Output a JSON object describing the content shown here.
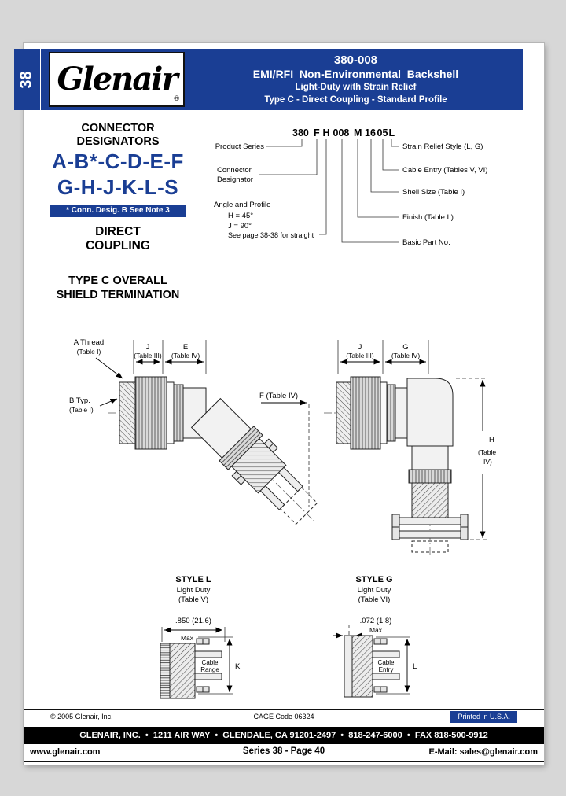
{
  "colors": {
    "brand_blue": "#1a3e94",
    "band_black": "#000000",
    "page_white": "#ffffff"
  },
  "header": {
    "series_tab": "38",
    "logo_text": "Glenair",
    "logo_reg": "®",
    "part_number": "380-008",
    "title": "EMI/RFI  Non-Environmental  Backshell",
    "subtitle1": "Light-Duty with Strain Relief",
    "subtitle2": "Type C - Direct Coupling - Standard Profile"
  },
  "left_column": {
    "h1": "CONNECTOR",
    "h2": "DESIGNATORS",
    "row1": "A-B*-C-D-E-F",
    "row2": "G-H-J-K-L-S",
    "note": "* Conn. Desig. B See Note 3",
    "c1": "DIRECT",
    "c2": "COUPLING",
    "t1": "TYPE C OVERALL",
    "t2": "SHIELD TERMINATION"
  },
  "part_code": {
    "segments": [
      "380",
      "F",
      "H",
      "008",
      "M",
      "16",
      "05",
      "L"
    ],
    "labels": {
      "product_series": "Product Series",
      "connector_1": "Connector",
      "connector_2": "Designator",
      "angle": "Angle and Profile",
      "angle_h": "H = 45°",
      "angle_j": "J = 90°",
      "angle_note": "See page 38-38 for straight",
      "strain": "Strain Relief Style (L, G)",
      "cable": "Cable Entry (Tables V, VI)",
      "shell": "Shell Size (Table I)",
      "finish": "Finish (Table II)",
      "basic": "Basic Part No."
    }
  },
  "diagram_45": {
    "a_thread": "A Thread",
    "a_table": "(Table I)",
    "j": "J",
    "j_table": "(Table III)",
    "e": "E",
    "e_table": "(Table IV)",
    "b_typ": "B Typ.",
    "b_table": "(Table I)",
    "f_label": "F (Table IV)"
  },
  "diagram_90": {
    "j": "J",
    "j_table": "(Table III)",
    "g": "G",
    "g_table": "(Table IV)",
    "h": "H",
    "h_table_1": "(Table",
    "h_table_2": "IV)"
  },
  "style_l": {
    "title": "STYLE L",
    "duty": "Light Duty",
    "table": "(Table V)",
    "dim": ".850 (21.6)",
    "max": "Max",
    "cable_1": "Cable",
    "cable_2": "Range",
    "letter": "K"
  },
  "style_g": {
    "title": "STYLE G",
    "duty": "Light Duty",
    "table": "(Table VI)",
    "dim": ".072 (1.8)",
    "max": "Max",
    "cable_1": "Cable",
    "cable_2": "Entry",
    "letter": "L"
  },
  "footer": {
    "copyright": "© 2005 Glenair, Inc.",
    "cage": "CAGE Code 06324",
    "printed": "Printed in U.S.A.",
    "address": "GLENAIR, INC.  •  1211 AIR WAY  •  GLENDALE, CA 91201-2497  •  818-247-6000  •  FAX 818-500-9912",
    "website": "www.glenair.com",
    "series_page": "Series 38 - Page 40",
    "email": "E-Mail: sales@glenair.com"
  }
}
